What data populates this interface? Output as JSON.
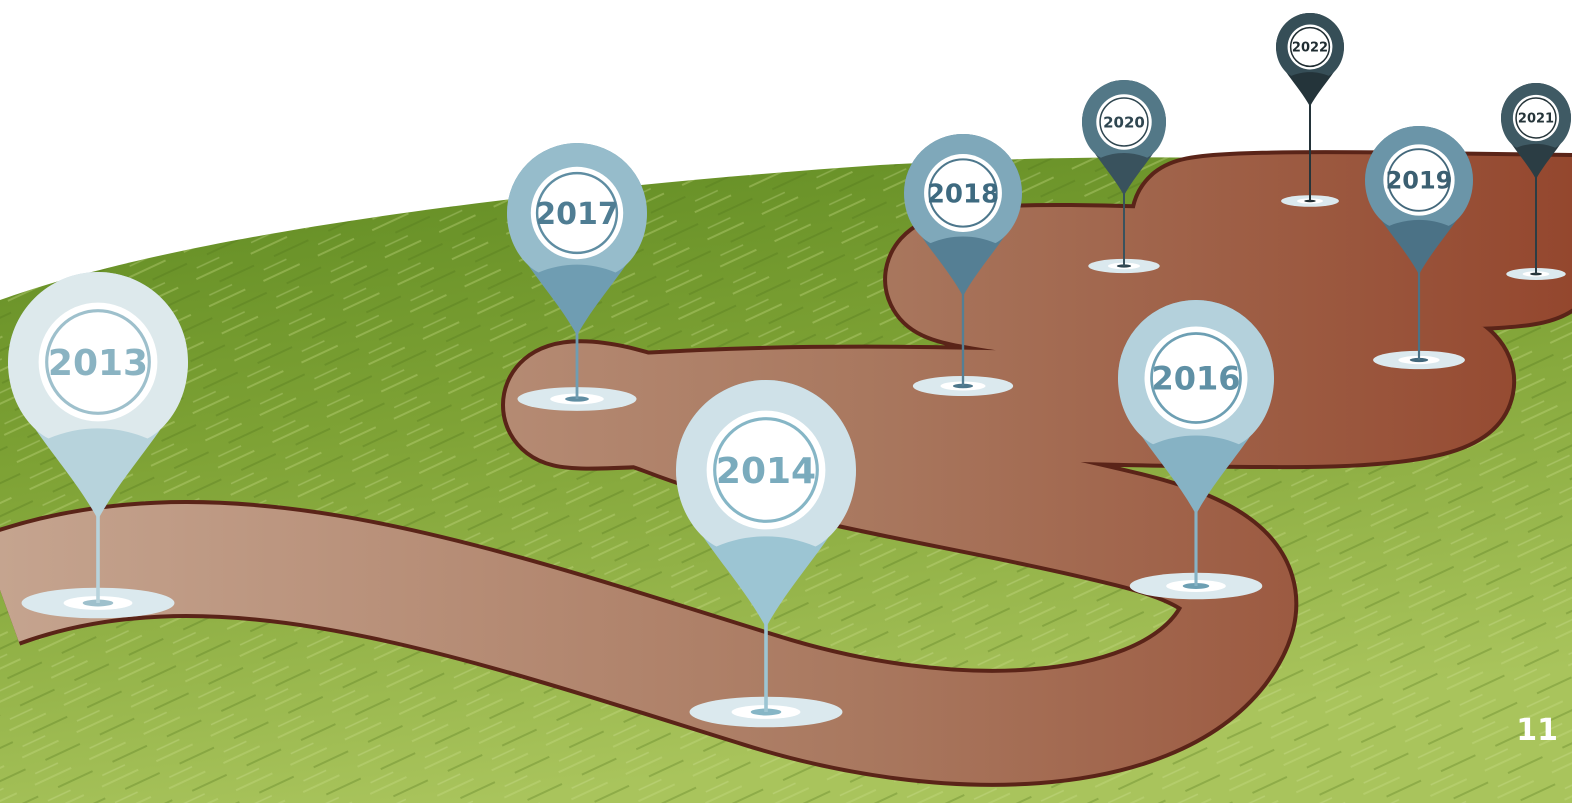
{
  "milestones": [
    {
      "year": "2013",
      "head": "#dde9ec",
      "tip": "#b7d3dc",
      "ring": "#9ec0cc",
      "text": "#8ab3c2"
    },
    {
      "year": "2014",
      "head": "#cfe1e8",
      "tip": "#9cc5d3",
      "ring": "#86b6c6",
      "text": "#7aabbd"
    },
    {
      "year": "2016",
      "head": "#b4d1dc",
      "tip": "#86b2c4",
      "ring": "#6d9fb3",
      "text": "#5f90a5"
    },
    {
      "year": "2017",
      "head": "#96bccb",
      "tip": "#6f9db2",
      "ring": "#5f8da2",
      "text": "#4f7d93"
    },
    {
      "year": "2018",
      "head": "#7fa8ba",
      "tip": "#557f94",
      "ring": "#4d778c",
      "text": "#3e6a80"
    },
    {
      "year": "2019",
      "head": "#6b95a8",
      "tip": "#4b7286",
      "ring": "#43687b",
      "text": "#3b5f71"
    },
    {
      "year": "2020",
      "head": "#537887",
      "tip": "#39525d",
      "ring": "#2f4650",
      "text": "#2f4650"
    },
    {
      "year": "2021",
      "head": "#3f5a64",
      "tip": "#2b3d44",
      "ring": "#253439",
      "text": "#253439"
    },
    {
      "year": "2022",
      "head": "#364e57",
      "tip": "#24343a",
      "ring": "#1f2c31",
      "text": "#1f2c31"
    }
  ],
  "page_number": "11",
  "colors": {
    "grass_light": "#a7c15a",
    "grass_dark": "#6b8f2a",
    "path_fill": "#b08770",
    "path_fill_far": "#9c5a40",
    "path_edge": "#5a2418"
  }
}
